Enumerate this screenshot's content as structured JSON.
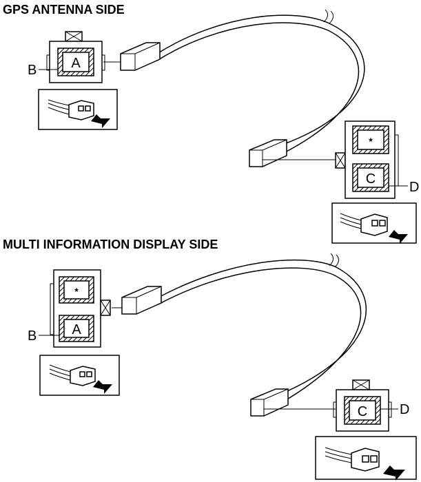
{
  "sections": [
    {
      "heading": "GPS ANTENNA SIDE",
      "end1_callouts": {
        "cavity": "A",
        "part": "B"
      },
      "end2_callouts": {
        "top_cavity": "*",
        "bottom_cavity": "C",
        "part": "D"
      }
    },
    {
      "heading": "MULTI INFORMATION DISPLAY SIDE",
      "end1_callouts": {
        "top_cavity": "*",
        "cavity": "A",
        "part": "B"
      },
      "end2_callouts": {
        "cavity": "C",
        "part": "D"
      }
    }
  ]
}
